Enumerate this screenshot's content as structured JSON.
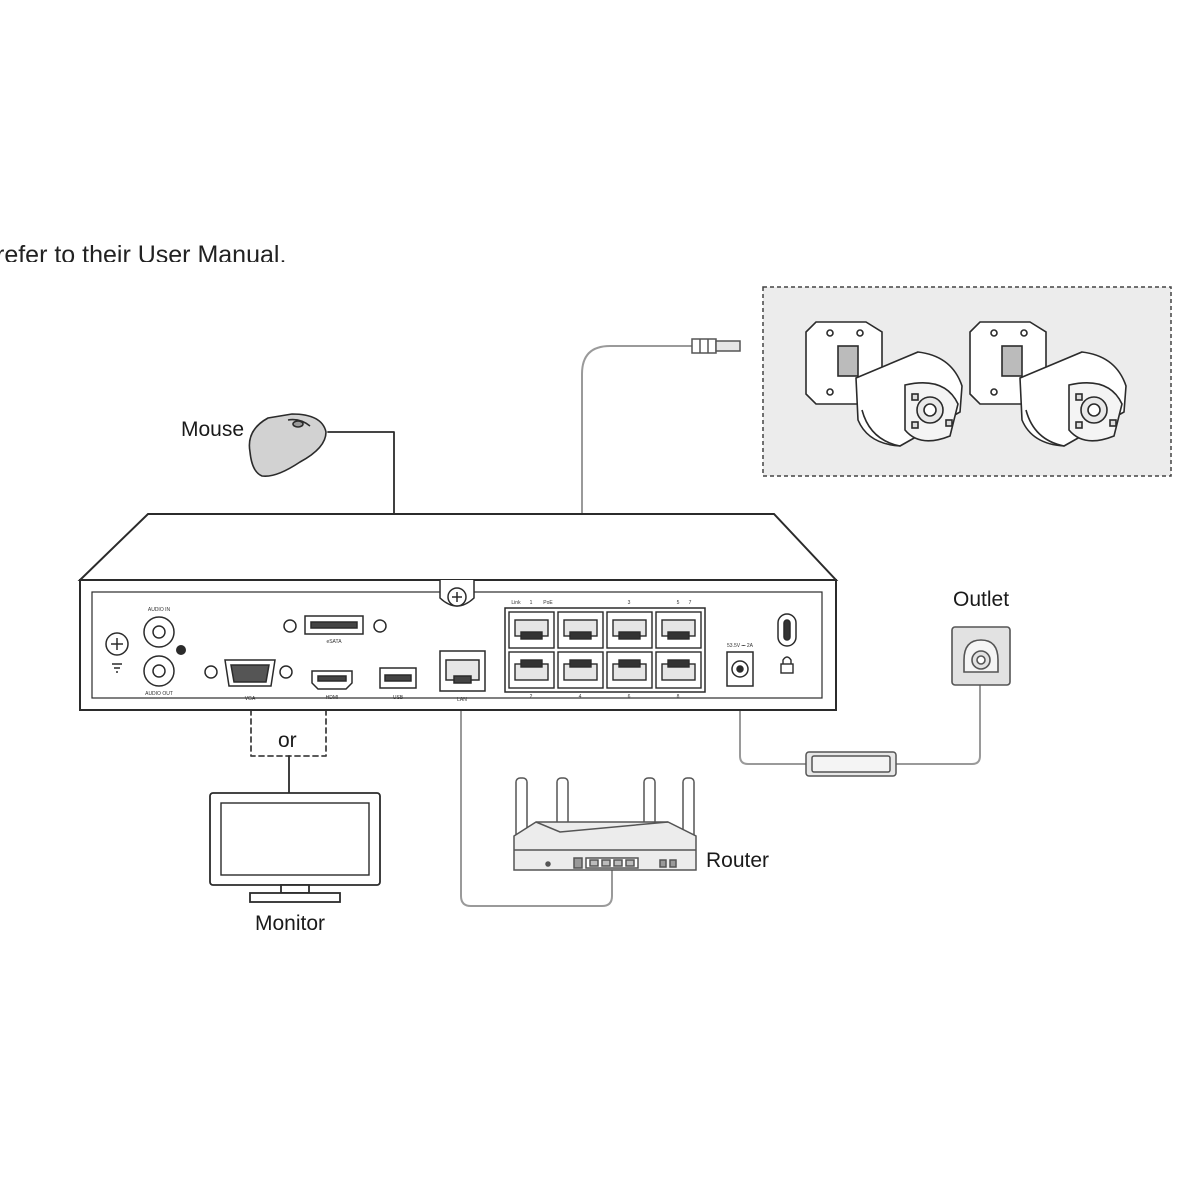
{
  "header_text": "refer to their User Manual.",
  "labels": {
    "mouse": "Mouse",
    "or": "or",
    "monitor": "Monitor",
    "router": "Router",
    "outlet": "Outlet"
  },
  "nvr_panel": {
    "audio_in": "AUDIO IN",
    "audio_out": "AUDIO OUT",
    "esata": "eSATA",
    "vga": "VGA",
    "hdmi": "HDMI",
    "usb": "USB",
    "lan": "LAN",
    "poe_link": "Link",
    "poe_act": "PoE",
    "power": "53.5V ⎓ 2A",
    "port_numbers_top": [
      "1",
      "3",
      "5",
      "7"
    ],
    "port_numbers_bottom": [
      "2",
      "4",
      "6",
      "8"
    ]
  },
  "colors": {
    "line": "#2b2b2b",
    "cable": "#9a9a9a",
    "dashed_box": "#444444",
    "device_fill": "#ffffff"
  }
}
